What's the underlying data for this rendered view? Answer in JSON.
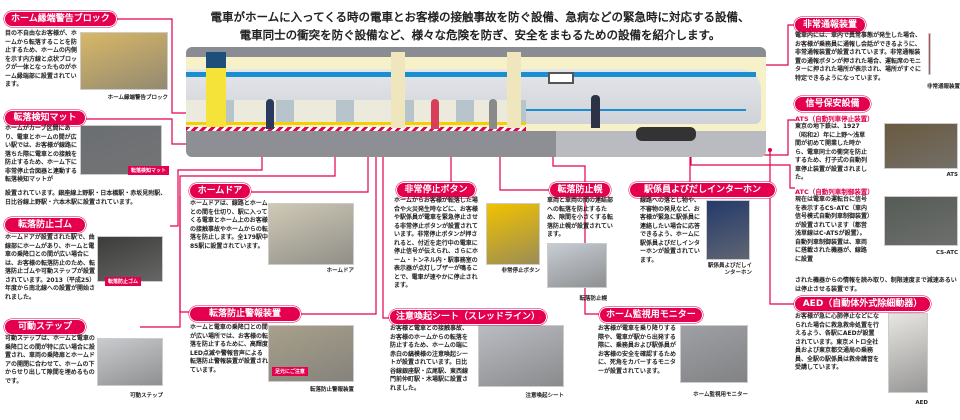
{
  "title": {
    "line1": "電車がホームに入ってくる時の電車とお客様の接触事故を防ぐ設備、急病などの緊急時に対応する設備、",
    "line2": "電車同士の衝突を防ぐ設備など、様々な危険を防ぎ、安全をまもるための設備を紹介します。"
  },
  "colors": {
    "accent": "#e4004f",
    "train_stripe": "#1a8fd0",
    "platform_line": "#f5d000"
  },
  "sections": [
    {
      "id": "edge-block",
      "label": "ホーム縁端警告ブロック",
      "text": "目の不自由なお客様が、ホームから転落することを防止するため、ホームの内側を示す内方線と点状ブロックが一体となったものがホーム縁端部に設置されています。",
      "caption": "ホーム縁端警告ブロック"
    },
    {
      "id": "fall-detect-mat",
      "label": "転落検知マット",
      "text": "ホームがカーブ区間にあり、電車とホームの間が広い駅では、お客様が線路に落ちた際に電車との接触を防止するため、ホーム下に非常停止合図器と連動する転落検知マットが",
      "text2": "設置されています。銀座線上野駅・日本橋駅・赤坂見附駅、日比谷線上野駅・六本木駅に設置されています。",
      "photo_tag": "転落検知マット"
    },
    {
      "id": "fall-rubber",
      "label": "転落防止ゴム",
      "text": "ホームドアが設置された駅で、曲線部にホームがあり、ホームと電車の乗降口との間が広い場合には、お客様の転落防止のため、転落防止ゴムや可動ステップが設置されています。2013（平成25）年度から南北線への設置が開始されました。",
      "photo_tag": "転落防止ゴム"
    },
    {
      "id": "movable-step",
      "label": "可動ステップ",
      "text": "可動ステップは、ホームと電車の乗降口との間が特に広い場合に設置され、車両の乗降扉とホームドアの開閉に合わせて、ホームの下からせり出して隙間を埋めるものです。",
      "caption": "可動ステップ"
    },
    {
      "id": "platform-door",
      "label": "ホームドア",
      "text": "ホームドアは、線路とホームとの間を仕切り、駅に入ってくる電車とホーム上のお客様の接触事故やホームからの転落を防止します。全179駅中85駅に設置されています。",
      "caption": "ホームドア"
    },
    {
      "id": "fall-alarm",
      "label": "転落防止警報装置",
      "text": "ホームと電車の乗降口との間が広い場所では、お客様の転落を防止するために、高輝度LED点滅や警報音声による転落防止警報装置が設置されています。",
      "caption": "転落防止警報装置",
      "photo_tag": "足元にご注意"
    },
    {
      "id": "emergency-stop",
      "label": "非常停止ボタン",
      "text": "ホームからお客様が転落した場合や火災発生時などに、お客様や駅係員が電車を緊急停止させる非常停止ボタンが設置されています。非常停止ボタンが押されると、付近を走行中の電車に停止信号が伝えられ、さらにホーム・トンネル内・駅事務室の表示器が点灯しブザーが鳴ることで、電車が速やかに停止されます。",
      "caption": "非常停止ボタン"
    },
    {
      "id": "fall-hood",
      "label": "転落防止幌",
      "text": "車両と車両の間の連結部への転落を防止するため、隙間を小さくする転落防止幌が設置されています。",
      "caption": "転落防止幌"
    },
    {
      "id": "intercom",
      "label": "駅係員よびだしインターホン",
      "text": "線路への落とし物や、不審物の発見など、お客様が緊急に駅係員に連絡したい場合に応答できるよう、ホームに駅係員よびだしインターホンが設置されています。",
      "caption": "駅係員よびだしインターホン"
    },
    {
      "id": "caution-sheet",
      "label": "注意喚起シート（スレッドライン）",
      "text": "お客様と電車との接触事故、お客様のホームからの転落を防止するため、ホームの端に赤白の縞模様の注意喚起シートが設置されています。日比谷線銀座駅・広尾駅、東西線門前仲町駅・木場駅に設置されました。",
      "caption": "注意喚起シート"
    },
    {
      "id": "monitor",
      "label": "ホーム監視用モニター",
      "text": "お客様が電車を乗り降りする際や、電車が駅から出発する際に、乗務員および駅係員がお客様の安全を確認するために、死角をカバーするモニターが設置されています。",
      "caption": "ホーム監視用モニター"
    },
    {
      "id": "emergency-call",
      "label": "非常通報装置",
      "text": "電車内には、車内で異常事態が発生した場合、お客様が乗務員に通報し会話ができるように、非常通報装置が設置されています。非常通報装置の通報ボタンが押された場合、運転席のモニターに押された場所が表示され、場所がすぐに特定できるようになっています。",
      "caption": "非常通報装置"
    },
    {
      "id": "signal",
      "label": "信号保安設備"
    },
    {
      "id": "ats",
      "sub": "ATS（自動列車停止装置）",
      "text": "東京の地下鉄は、1927（昭和2）年に上野〜浅草間が初めて開業した時から、電車同士の衝突を防止するため、打子式の自動列車停止装置が設置されました。",
      "caption": "ATS"
    },
    {
      "id": "atc",
      "sub": "ATC（自動列車制御装置）",
      "text": "現在は電車の運転台に信号を表示するCS-ATC（車内信号模式自動列車制御装置）が設置されています（都営浅草線はC-ATSが設置）。自動列車制御装置は、車両に搭載された機器が、線路に設置",
      "text2": "された機器からの情報を読み取り、制限速度まで減速あるいは停止させる装置です。",
      "caption": "CS-ATC"
    },
    {
      "id": "aed",
      "label": "AED（自動体外式除細動器）",
      "text": "お客様が急に心肺停止などになられた場合に救急救命処置を行えるよう、各駅にAEDが設置されています。東京メトロ全社員および東京都交通局の乗務員、全駅の駅係員は救命講習を受講しています。",
      "caption": "AED"
    }
  ]
}
